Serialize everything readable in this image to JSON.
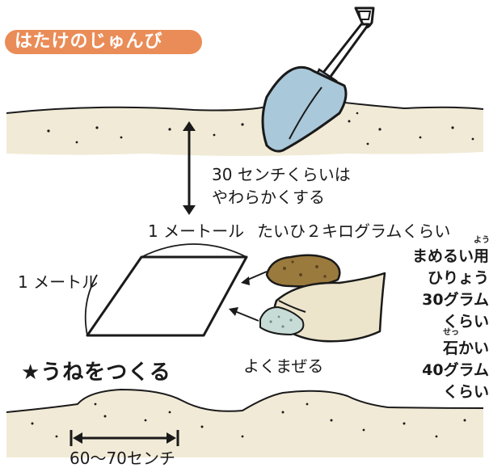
{
  "title": "はたけのじゅんび",
  "dig_depth": {
    "line1": "30 センチくらいは",
    "line2": "やわらかくする"
  },
  "plot": {
    "width_label": "1 メートール",
    "depth_label": "1 メートル"
  },
  "compost_label": "たいひ２キログラムくらい",
  "fertilizer": {
    "name": "まめるい",
    "name_kanji": "用",
    "name_ruby": "よう",
    "line2": "ひりょう",
    "amount": "30グラム",
    "amount_suffix": "くらい"
  },
  "lime": {
    "name_kanji": "石",
    "name_ruby": "せっ",
    "name_rest": "かい",
    "amount": "40グラム",
    "amount_suffix": "くらい"
  },
  "mix_label": "よくまぜる",
  "section_heading": "★うねをつくる",
  "ridge_width_label": "60～70センチ",
  "colors": {
    "title_bg": "#ea8c57",
    "soil": "#f1ead6",
    "shovel_blade": "#a9c8da",
    "compost": "#9b7a3e"
  }
}
